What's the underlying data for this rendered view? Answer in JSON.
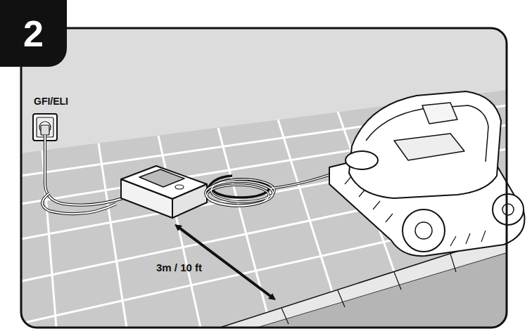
{
  "diagram": {
    "nodes": [
      {
        "text": [
          "2"
        ]
      }
    ],
    "labels": [
      "GFI/ELI",
      "3m / 10 ft"
    ]
  }
}
